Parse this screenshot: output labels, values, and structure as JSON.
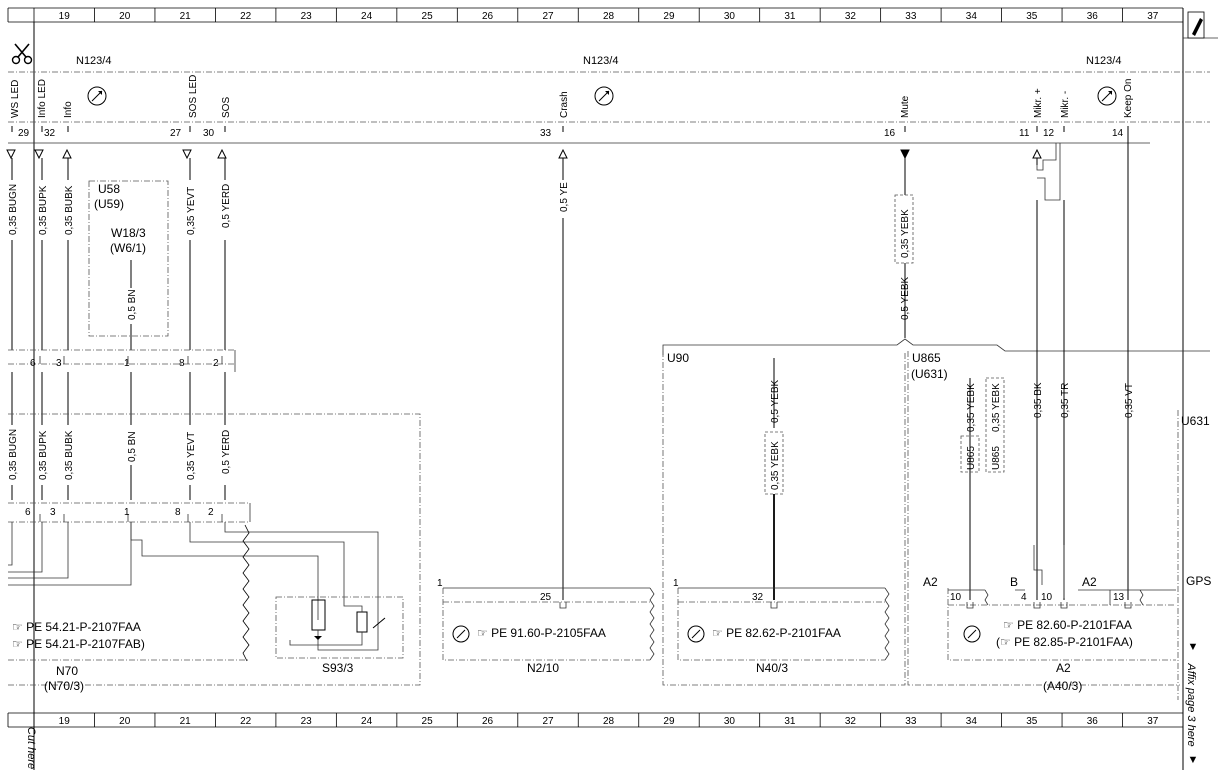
{
  "ruler": {
    "columns": [
      "19",
      "20",
      "21",
      "22",
      "23",
      "24",
      "25",
      "26",
      "27",
      "28",
      "29",
      "30",
      "31",
      "32",
      "33",
      "34",
      "35",
      "36",
      "37"
    ]
  },
  "margin": {
    "cut_here": "Cut here",
    "affix_page": "Affix page 3 here",
    "affix_arrow_top": "▼",
    "affix_arrow_bottom": "▼"
  },
  "modules": {
    "n123_left": "N123/4",
    "n123_mid": "N123/4",
    "n123_right": "N123/4"
  },
  "pins": {
    "ws_led": {
      "label": "WS LED",
      "num": "29"
    },
    "info_led": {
      "label": "Info LED",
      "num": "32"
    },
    "info": {
      "label": "Info",
      "num": ""
    },
    "sos_led": {
      "label": "SOS LED",
      "num": "27"
    },
    "sos": {
      "label": "SOS",
      "num": "30"
    },
    "crash": {
      "label": "Crash",
      "num": "33"
    },
    "mute": {
      "label": "Mute",
      "num": "16"
    },
    "mikr_plus": {
      "label": "Mikr. +",
      "num": "11"
    },
    "mikr_minus": {
      "label": "Mikr. -",
      "num": "12"
    },
    "keep_on": {
      "label": "Keep On",
      "num": "14"
    }
  },
  "wires": {
    "bugn": "0,35 BUGN",
    "bupk": "0,35 BUPK",
    "bubk": "0,35 BUBK",
    "yevt": "0,35 YEVT",
    "yerd": "0,5 YERD",
    "bn": "0,5 BN",
    "ye": "0,5 YE",
    "yebk_small": "0,35 YEBK",
    "yebk": "0,5 YEBK",
    "bk": "0,35 BK",
    "tr": "0,35 TR",
    "vt": "0,35 VT",
    "u865_yebk_a": "U865",
    "u865_yebk_b": "U865"
  },
  "boxes": {
    "u58": "U58",
    "u59": "(U59)",
    "w18": "W18/3",
    "w6": "(W6/1)",
    "u90": "U90",
    "u865": "U865",
    "u631_paren": "(U631)",
    "u631": "U631",
    "gps": "GPS",
    "a2_a": "A2",
    "b": "B",
    "a2_b": "A2"
  },
  "connectors": {
    "top_row": [
      "6",
      "3",
      "1",
      "8",
      "2"
    ],
    "bottom_row": [
      "6",
      "3",
      "1",
      "8",
      "2"
    ],
    "n2_pin": "25",
    "n2_one": "1",
    "n40_pin": "32",
    "n40_one": "1",
    "a2_pins": [
      "10",
      "4",
      "10",
      "13"
    ]
  },
  "refs": {
    "n70_a": "PE 54.21-P-2107FAA",
    "n70_b": "PE 54.21-P-2107FAB)",
    "n2": "PE 91.60-P-2105FAA",
    "n40": "PE 82.62-P-2101FAA",
    "a2_a": "PE 82.60-P-2101FAA",
    "a2_b": "PE 82.85-P-2101FAA)",
    "a2_b_open": "("
  },
  "components": {
    "n70": "N70",
    "n70_alt": "(N70/3)",
    "s93": "S93/3",
    "n2": "N2/10",
    "n40": "N40/3",
    "a2": "A2",
    "a2_alt": "(A40/3)"
  }
}
